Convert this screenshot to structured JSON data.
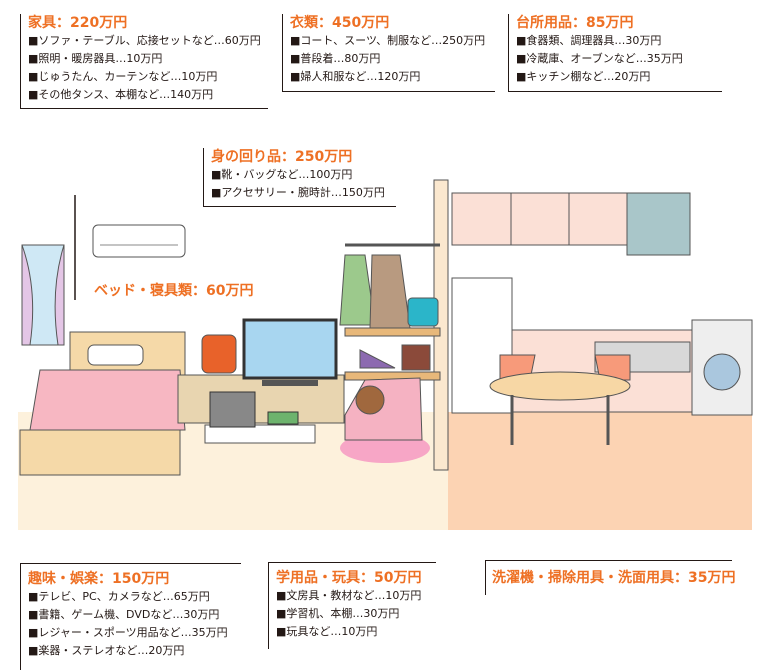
{
  "furniture": {
    "title": "家具：220万円",
    "items": [
      "■ソファ・テーブル、応接セットなど…60万円",
      "■照明・暖房器具…10万円",
      "■じゅうたん、カーテンなど…10万円",
      "■その他タンス、本棚など…140万円"
    ]
  },
  "clothing": {
    "title": "衣類：450万円",
    "items": [
      "■コート、スーツ、制服など…250万円",
      "■普段着…80万円",
      "■婦人和服など…120万円"
    ]
  },
  "kitchen": {
    "title": "台所用品：85万円",
    "items": [
      "■食器類、調理器具…30万円",
      "■冷蔵庫、オーブンなど…35万円",
      "■キッチン棚など…20万円"
    ]
  },
  "personal": {
    "title": "身の回り品：250万円",
    "items": [
      "■靴・バッグなど…100万円",
      "■アクセサリー・腕時計…150万円"
    ]
  },
  "bedding": {
    "title": "ベッド・寝具類：60万円"
  },
  "hobby": {
    "title": "趣味・娯楽：150万円",
    "items": [
      "■テレビ、PC、カメラなど…65万円",
      "■書籍、ゲーム機、DVDなど…30万円",
      "■レジャー・スポーツ用品など…35万円",
      "■楽器・ステレオなど…20万円"
    ]
  },
  "school": {
    "title": "学用品・玩具：50万円",
    "items": [
      "■文房具・教材など…10万円",
      "■学習机、本棚…30万円",
      "■玩具など…10万円"
    ]
  },
  "laundry": {
    "title": "洗濯機・掃除用具・洗面用具：35万円"
  }
}
